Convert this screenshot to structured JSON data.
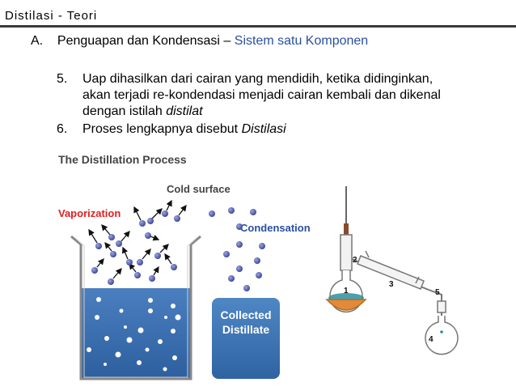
{
  "slide": {
    "title": "Distilasi - Teori",
    "heading": {
      "letter": "A.",
      "text": "Penguapan dan Kondensasi –",
      "accent": "Sistem satu Komponen"
    },
    "items": [
      {
        "num": "5.",
        "line1": "Uap dihasilkan dari cairan yang mendidih, ketika didinginkan,",
        "line2": "akan terjadi re-kondendasi menjadi cairan kembali dan dikenal",
        "line3_plain": "dengan istilah",
        "line3_italic": "distilat"
      },
      {
        "num": "6.",
        "plain": "Proses lengkapnya disebut",
        "italic": "Distilasi"
      }
    ]
  },
  "figure": {
    "title": "The Distillation Process",
    "labels": {
      "cold_surface": "Cold surface",
      "vaporization": "Vaporization",
      "condensation": "Condensation",
      "collected_line1": "Collected",
      "collected_line2": "Distillate"
    },
    "apparatus_numbers": [
      "1",
      "2",
      "3",
      "4",
      "5"
    ],
    "colors": {
      "accent": "#2a4fa0",
      "liquid": "#3a6fae",
      "molecule": "#5560a8",
      "vaporization": "#e02020",
      "condensation": "#2a4fa0"
    }
  }
}
